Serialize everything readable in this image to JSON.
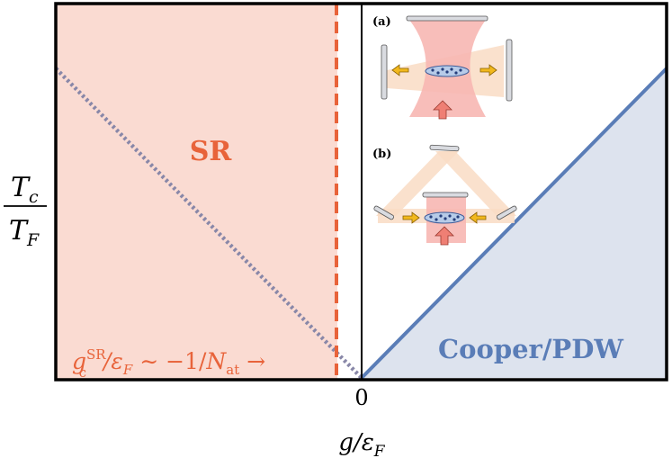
{
  "regions": {
    "left_label": "SR",
    "right_label": "Cooper/PDW"
  },
  "axes": {
    "x_tick_zero": "0",
    "x_label_main": "g/ε",
    "x_label_sub": "F",
    "y_label_num_main": "T",
    "y_label_num_sub": "c",
    "y_label_den_main": "T",
    "y_label_den_sub": "F"
  },
  "critical": {
    "g": "g",
    "g_sup": "SR",
    "g_sub": "c",
    "mid": "/ε",
    "mid_sub": "F",
    "rel": " ∼ −1/",
    "n": "N",
    "n_sub": "at",
    "arrow": " →"
  },
  "insets": {
    "a_label": "(a)",
    "b_label": "(b)"
  },
  "colors": {
    "sr_fill": "#fadbd2",
    "sr_accent": "#e8633a",
    "cooper_fill": "#dde3ee",
    "cooper_line": "#5a7db7",
    "dotted": "#8887a8",
    "beam_pump": "#f7b7b3",
    "beam_cavity": "#f9dcc4",
    "arrow_yellow": "#f2b81d",
    "arrow_red": "#ef7f74"
  }
}
